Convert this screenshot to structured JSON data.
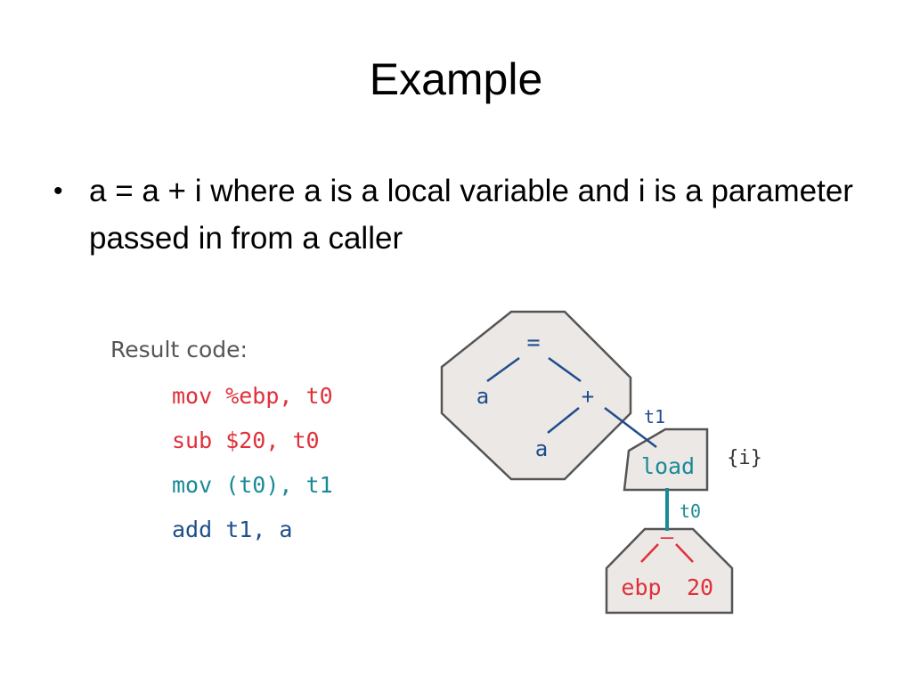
{
  "slide": {
    "title": "Example",
    "bullet": "a = a + i where a is a local variable and i is a parameter passed in from a caller"
  },
  "result_code": {
    "heading": "Result code:",
    "lines": [
      {
        "text": "mov %ebp, t0",
        "color": "#e0303a"
      },
      {
        "text": "sub $20, t0",
        "color": "#e0303a"
      },
      {
        "text": "mov (t0), t1",
        "color": "#1a8a96"
      },
      {
        "text": "add t1, a",
        "color": "#1f4e8c"
      }
    ]
  },
  "tree": {
    "colors": {
      "blue": "#1f4e8c",
      "teal": "#1a8a96",
      "red": "#e0303a",
      "tile_fill": "#ece8e6",
      "tile_stroke": "#555555"
    },
    "top_tile": {
      "assign": "=",
      "left_leaf": "a",
      "plus": "+",
      "plus_leaf": "a"
    },
    "edge_t1": "t1",
    "load_tile": {
      "label": "load",
      "annotation": "{i}"
    },
    "edge_t0": "t0",
    "bottom_tile": {
      "minus": "–",
      "left_leaf": "ebp",
      "right_leaf": "20"
    }
  }
}
